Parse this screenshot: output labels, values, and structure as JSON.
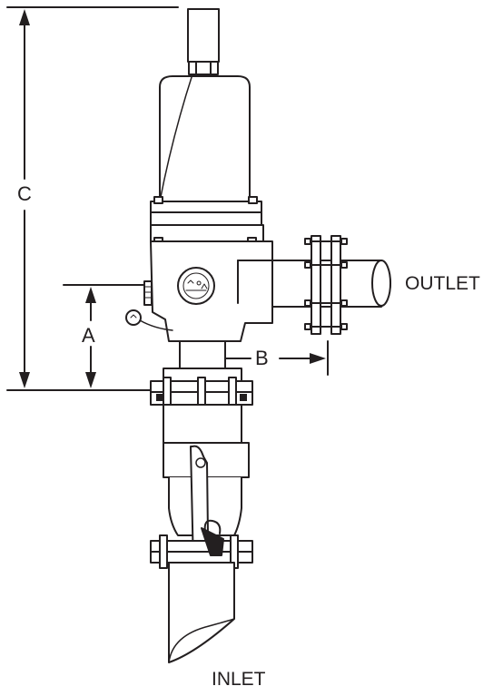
{
  "diagram": {
    "dimension_labels": {
      "c": "C",
      "a": "A",
      "b": "B"
    },
    "port_labels": {
      "outlet": "OUTLET",
      "inlet": "INLET"
    },
    "colors": {
      "ink": "#231f20",
      "paper": "#ffffff",
      "shade": "#d9d9d9"
    }
  }
}
